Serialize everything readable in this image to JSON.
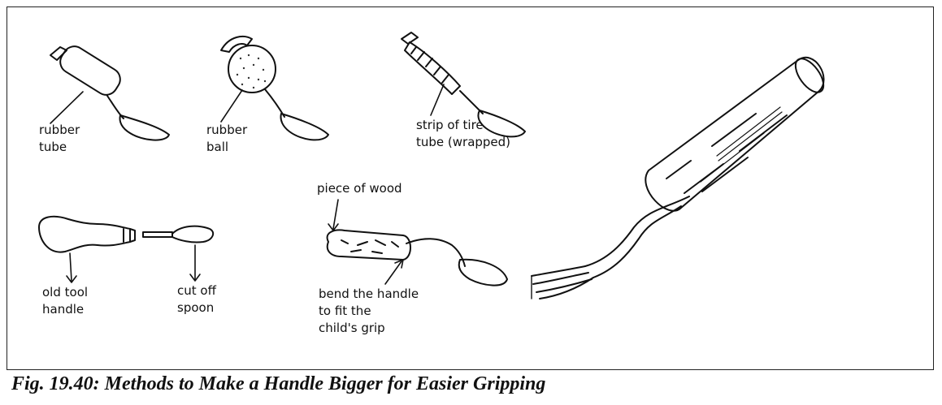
{
  "figure": {
    "caption": "Fig. 19.40: Methods to Make a Handle Bigger for Easier Gripping"
  },
  "labels": {
    "rubber_tube": [
      "rubber",
      "tube"
    ],
    "rubber_ball": [
      "rubber",
      "ball"
    ],
    "tire_strip": [
      "strip of tire",
      "tube (wrapped)"
    ],
    "old_tool": [
      "old tool",
      "handle"
    ],
    "cut_spoon": [
      "cut off",
      "spoon"
    ],
    "wood_title": "piece of wood",
    "bend": [
      "bend the handle",
      "to fit the",
      "child's grip"
    ]
  }
}
